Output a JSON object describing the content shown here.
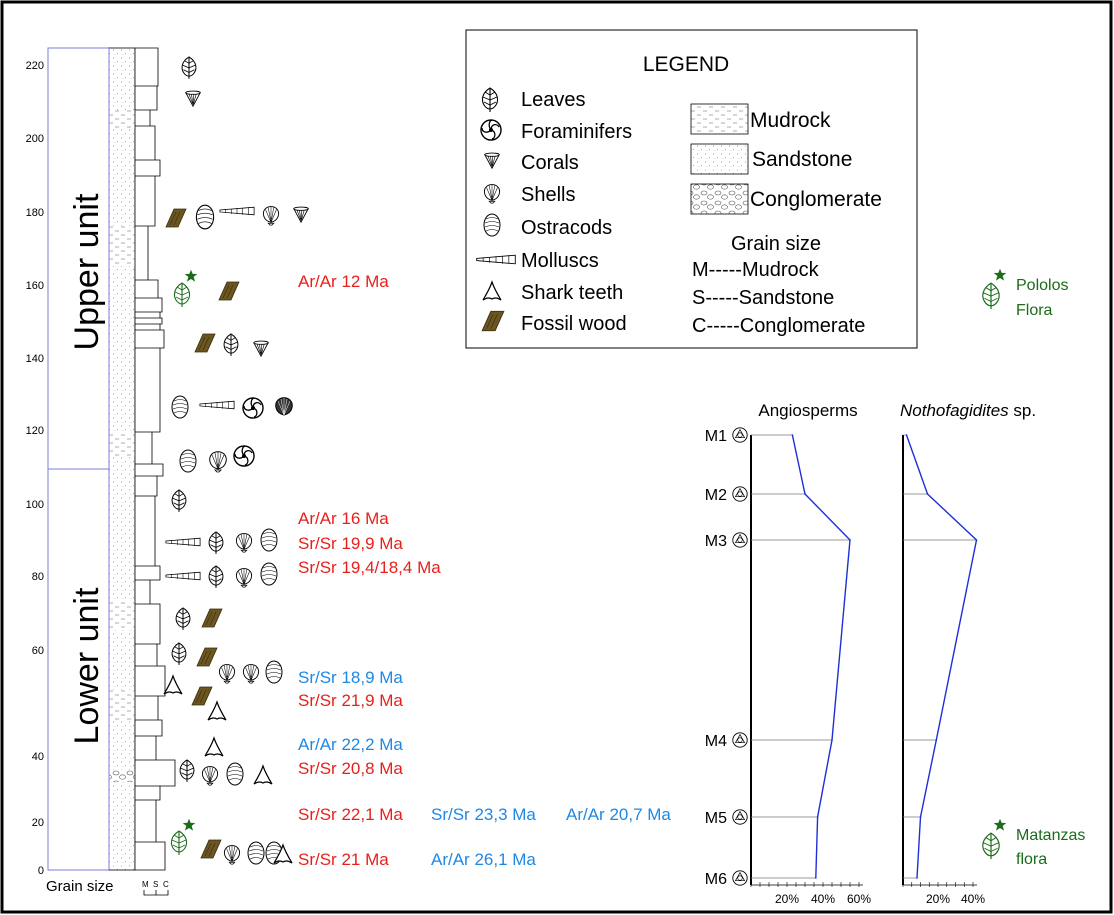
{
  "depth_axis": {
    "ticks": [
      "0",
      "20",
      "40",
      "60",
      "80",
      "100",
      "120",
      "140",
      "160",
      "180",
      "200",
      "220"
    ]
  },
  "units": {
    "upper": "Upper unit",
    "lower": "Lower unit"
  },
  "grain_size": {
    "label": "Grain size",
    "letters": [
      "M",
      "S",
      "C"
    ]
  },
  "legend": {
    "title": "LEGEND",
    "fossils": [
      {
        "icon": "leaf-icon",
        "label": "Leaves"
      },
      {
        "icon": "foraminifer-icon",
        "label": "Foraminifers"
      },
      {
        "icon": "coral-icon",
        "label": "Corals"
      },
      {
        "icon": "shell-icon",
        "label": "Shells"
      },
      {
        "icon": "ostracod-icon",
        "label": "Ostracods"
      },
      {
        "icon": "mollusc-icon",
        "label": "Molluscs"
      },
      {
        "icon": "shark-tooth-icon",
        "label": "Shark teeth"
      },
      {
        "icon": "fossil-wood-icon",
        "label": "Fossil wood"
      }
    ],
    "lithology": [
      {
        "pattern": "mudrock",
        "label": "Mudrock"
      },
      {
        "pattern": "sandstone",
        "label": "Sandstone"
      },
      {
        "pattern": "conglomerate",
        "label": "Conglomerate"
      }
    ],
    "grain_title": "Grain size",
    "grain_lines": [
      "M-----Mudrock",
      "S-----Sandstone",
      "C-----Conglomerate"
    ]
  },
  "ages": [
    {
      "text": "Ar/Ar 12 Ma",
      "color": "#e8201c"
    },
    {
      "text": "Ar/Ar 16 Ma",
      "color": "#e8201c"
    },
    {
      "text": "Sr/Sr 19,9 Ma",
      "color": "#e8201c"
    },
    {
      "text": "Sr/Sr 19,4/18,4 Ma",
      "color": "#e8201c"
    },
    {
      "text": "Sr/Sr 18,9 Ma",
      "color": "#1e88e5"
    },
    {
      "text": "Sr/Sr 21,9 Ma",
      "color": "#e8201c"
    },
    {
      "text": "Ar/Ar 22,2 Ma",
      "color": "#1e88e5"
    },
    {
      "text": "Sr/Sr 20,8 Ma",
      "color": "#e8201c"
    },
    {
      "text": "Sr/Sr 22,1 Ma",
      "color": "#e8201c"
    },
    {
      "text": "Sr/Sr 23,3 Ma",
      "color": "#1e88e5"
    },
    {
      "text": "Ar/Ar 20,7 Ma",
      "color": "#1e88e5"
    },
    {
      "text": "Sr/Sr 21 Ma",
      "color": "#e8201c"
    },
    {
      "text": "Ar/Ar 26,1 Ma",
      "color": "#1e88e5"
    }
  ],
  "floras": [
    {
      "line1": "Pololos",
      "line2": "Flora",
      "color": "#1a6b1a"
    },
    {
      "line1": "Matanzas",
      "line2": "flora",
      "color": "#1a6b1a"
    }
  ],
  "pollen_diagram": {
    "titles": {
      "angiosperms": "Angiosperms",
      "notho_italic": "Nothofagidites",
      "notho_rest": " sp."
    },
    "samples": [
      "M1",
      "M2",
      "M3",
      "M4",
      "M5",
      "M6"
    ],
    "tick_labels": [
      "20%",
      "40%",
      "60%"
    ],
    "tick_labels_notho": [
      "20%",
      "40%"
    ]
  },
  "chart_data": {
    "type": "line",
    "x": [
      "M1",
      "M2",
      "M3",
      "M4",
      "M5",
      "M6"
    ],
    "series": [
      {
        "name": "Angiosperms",
        "values": [
          23,
          30,
          55,
          45,
          37,
          36
        ],
        "unit": "%"
      },
      {
        "name": "Nothofagidites sp.",
        "values": [
          2,
          14,
          42,
          19,
          10,
          8
        ],
        "unit": "%"
      }
    ],
    "xlabel": "",
    "ylabel": "",
    "colors": {
      "line": "#1f2fd6"
    }
  }
}
